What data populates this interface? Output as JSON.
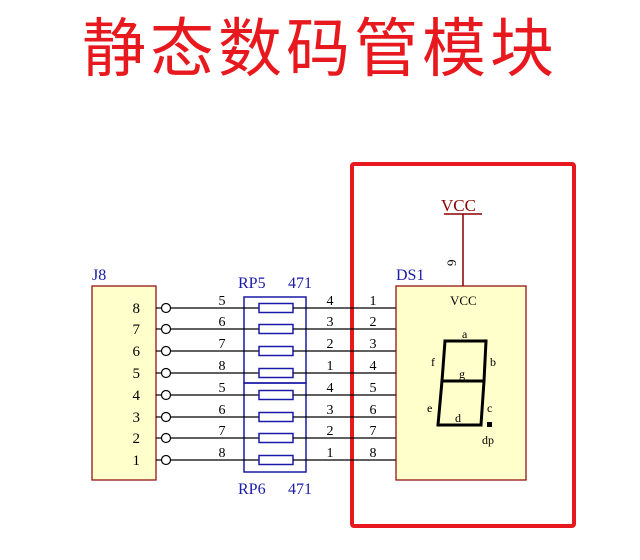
{
  "title": "静态数码管模块",
  "colors": {
    "title": "#e8191e",
    "highlight": "#e8191e",
    "wire": "#000000",
    "component": "#1a1aa8",
    "component_fill": "#ffffcc",
    "connector": "#8b0000"
  },
  "connector": {
    "ref": "J8",
    "pins": [
      "8",
      "7",
      "6",
      "5",
      "4",
      "3",
      "2",
      "1"
    ]
  },
  "resistor_packs": [
    {
      "ref": "RP5",
      "value": "471",
      "left_pins": [
        "5",
        "6",
        "7",
        "8"
      ],
      "right_pins": [
        "4",
        "3",
        "2",
        "1"
      ]
    },
    {
      "ref": "RP6",
      "value": "471",
      "left_pins": [
        "5",
        "6",
        "7",
        "8"
      ],
      "right_pins": [
        "4",
        "3",
        "2",
        "1"
      ]
    }
  ],
  "display": {
    "ref": "DS1",
    "power_label": "VCC",
    "power_pin": "9",
    "inner_label": "VCC",
    "pin_numbers": [
      "1",
      "2",
      "3",
      "4",
      "5",
      "6",
      "7",
      "8"
    ],
    "pin_names": [
      "a",
      "b",
      "c",
      "d",
      "e",
      "f",
      "g",
      "dp"
    ],
    "segment_labels": {
      "a": "a",
      "b": "b",
      "c": "c",
      "d": "d",
      "e": "e",
      "f": "f",
      "g": "g",
      "dp": "dp"
    }
  }
}
